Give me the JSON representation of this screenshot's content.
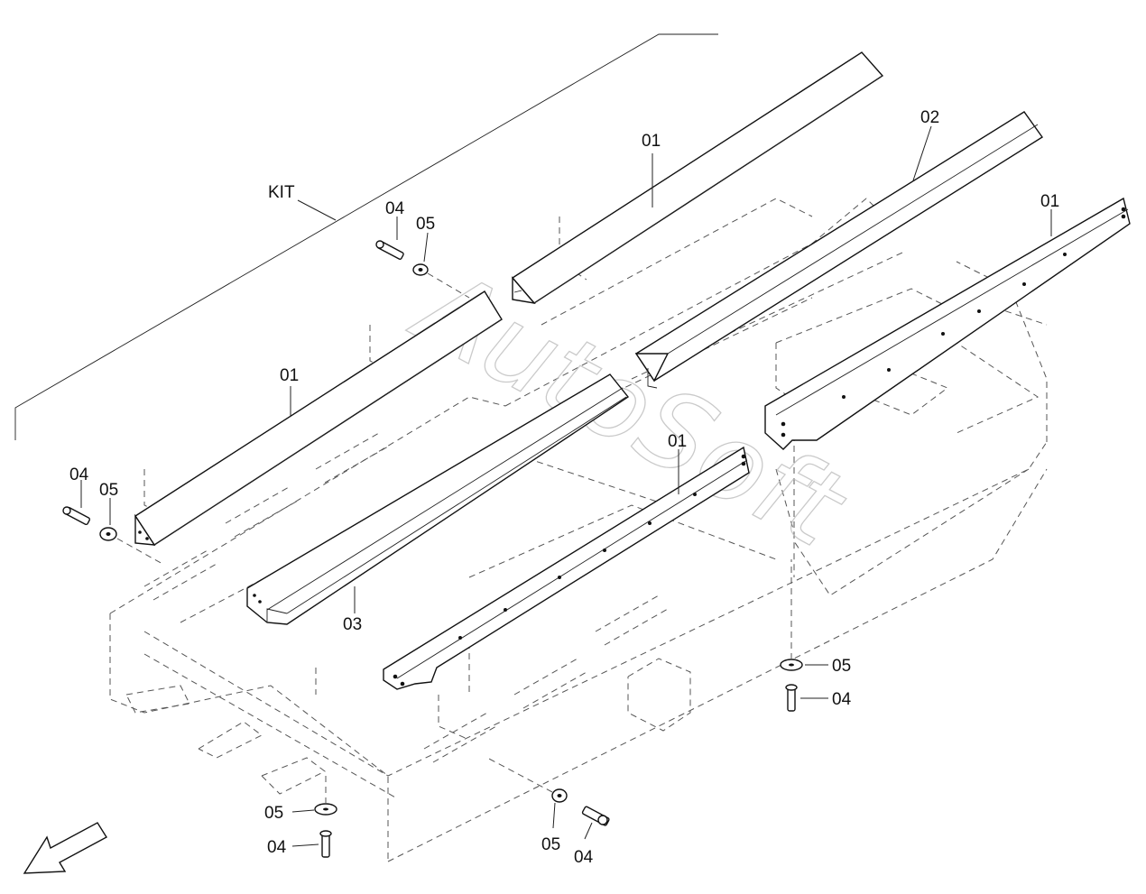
{
  "watermark": "AutoSoft",
  "callouts": {
    "kit": "KIT",
    "rail_01_top": "01",
    "rail_02": "02",
    "rail_01_right": "01",
    "rail_01_left": "01",
    "rail_01_center": "01",
    "rail_03": "03",
    "bolt_04_top": "04",
    "washer_05_top": "05",
    "bolt_04_left": "04",
    "washer_05_left": "05",
    "washer_05_right": "05",
    "bolt_04_right": "04",
    "washer_05_bottom_left": "05",
    "bolt_04_bottom_left": "04",
    "washer_05_bottom_mid": "05",
    "bolt_04_bottom_mid": "04"
  }
}
